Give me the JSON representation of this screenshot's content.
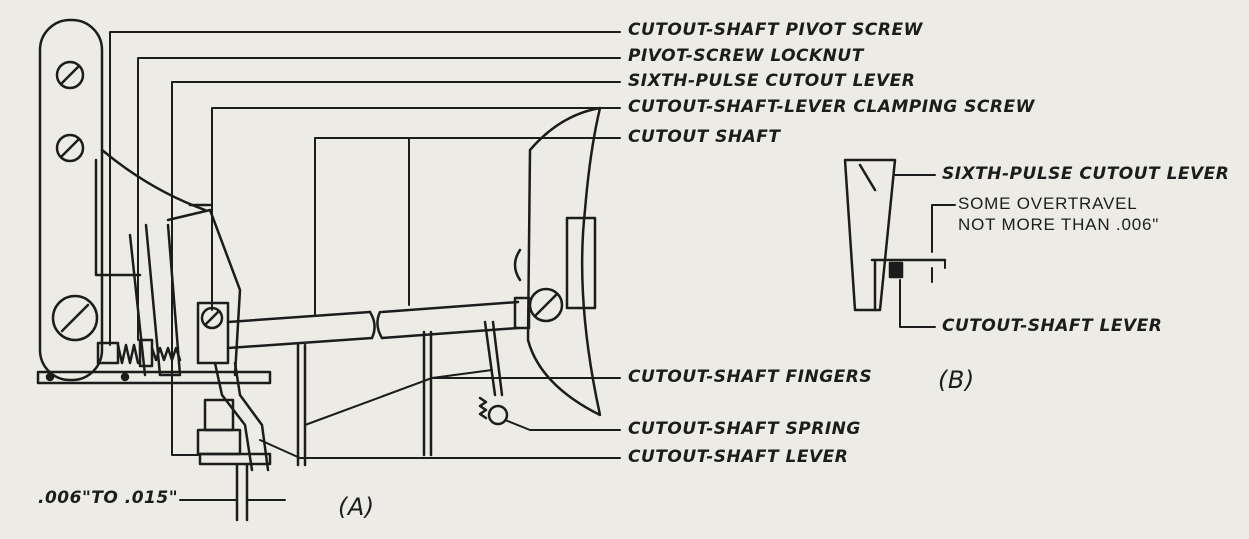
{
  "labels": {
    "pivot_screw": "CUTOUT-SHAFT PIVOT SCREW",
    "locknut": "PIVOT-SCREW LOCKNUT",
    "sixth_pulse_lever": "SIXTH-PULSE CUTOUT LEVER",
    "clamping_screw": "CUTOUT-SHAFT-LEVER CLAMPING SCREW",
    "cutout_shaft": "CUTOUT SHAFT",
    "shaft_fingers": "CUTOUT-SHAFT FINGERS",
    "shaft_spring": "CUTOUT-SHAFT SPRING",
    "shaft_lever": "CUTOUT-SHAFT LEVER",
    "clearance": ".006\"TO .015\""
  },
  "view_b": {
    "lever": "SIXTH-PULSE CUTOUT LEVER",
    "overtravel_line1": "SOME OVERTRAVEL",
    "overtravel_line2": "NOT MORE THAN .006\"",
    "shaft_lever": "CUTOUT-SHAFT LEVER"
  },
  "view_labels": {
    "a": "(A)",
    "b": "(B)"
  }
}
